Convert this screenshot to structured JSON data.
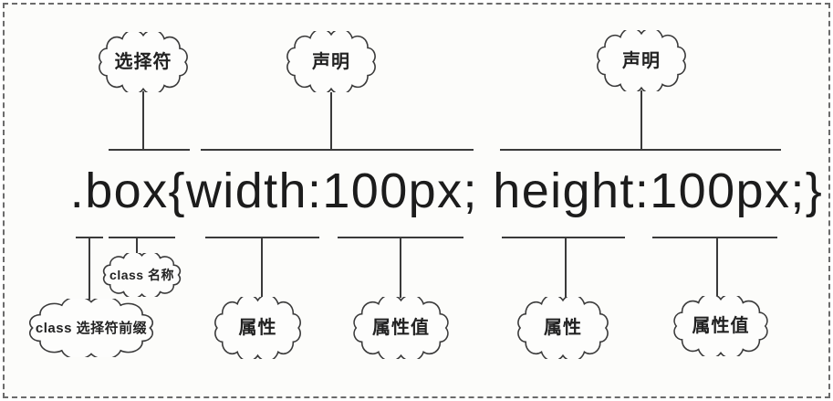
{
  "diagram": {
    "description_role": "css-rule-anatomy-diagram",
    "code": {
      "text": ".box{width:100px; height:100px;}"
    },
    "top_callouts": [
      {
        "label": "选择符"
      },
      {
        "label": "声明"
      },
      {
        "label": "声明"
      }
    ],
    "bottom_callouts": [
      {
        "label": "class 选择符前缀"
      },
      {
        "label": "class 名称"
      },
      {
        "label": "属性"
      },
      {
        "label": "属性值"
      },
      {
        "label": "属性"
      },
      {
        "label": "属性值"
      }
    ],
    "colors": {
      "background": "#fcfcfa",
      "line": "#3a3a3a",
      "code_text": "#1c1c1c",
      "border": "#6b6b6b",
      "cloud_fill": "#fdfdfc"
    }
  }
}
